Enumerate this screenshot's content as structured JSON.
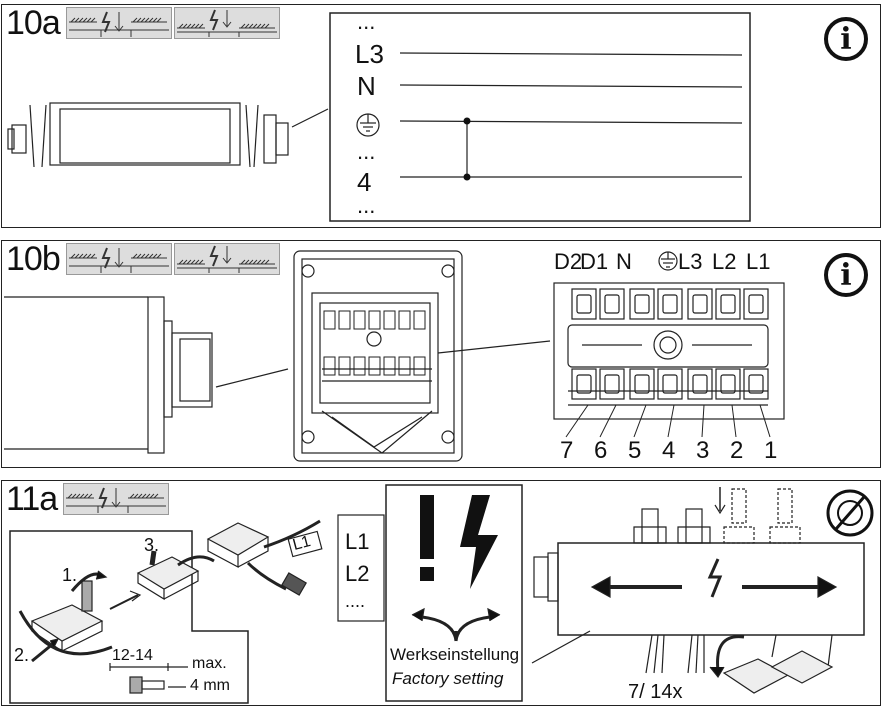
{
  "panel_10a": {
    "step": "10a",
    "wiring_labels": [
      "...",
      "L3",
      "N",
      "...",
      "4",
      "..."
    ]
  },
  "panel_10b": {
    "step": "10b",
    "top_terminals": [
      "D2",
      "D1",
      "N",
      "L3",
      "L2",
      "L1"
    ],
    "bottom_terminals": [
      "7",
      "6",
      "5",
      "4",
      "3",
      "2",
      "1"
    ]
  },
  "panel_11a": {
    "step": "11a",
    "steps": [
      "1.",
      "2.",
      "3."
    ],
    "strip_length": "12-14",
    "max_label": "max.",
    "max_value": "4 mm",
    "wire_label": "L1",
    "phase_list": [
      "L1",
      "L2",
      "...."
    ],
    "factory_de": "Werkseinstellung",
    "factory_en": "Factory setting",
    "count": "7/ 14x"
  },
  "icons": [
    "info-icon",
    "warning-lightning-icon",
    "earth-ground-icon",
    "no-tool-icon"
  ]
}
